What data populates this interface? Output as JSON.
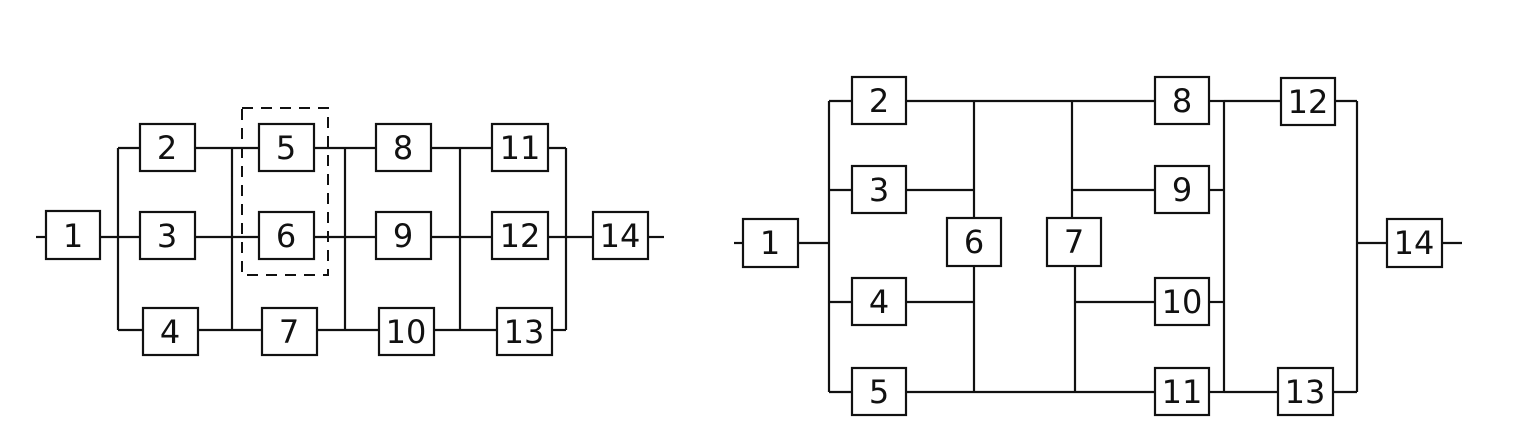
{
  "diagram_a": {
    "blocks": [
      "1",
      "2",
      "3",
      "4",
      "5",
      "6",
      "7",
      "8",
      "9",
      "10",
      "11",
      "12",
      "13",
      "14"
    ]
  },
  "diagram_b": {
    "blocks": [
      "1",
      "2",
      "3",
      "4",
      "5",
      "6",
      "7",
      "8",
      "9",
      "10",
      "11",
      "12",
      "13",
      "14"
    ]
  },
  "colors": {
    "line": "#111111",
    "background": "#ffffff"
  }
}
